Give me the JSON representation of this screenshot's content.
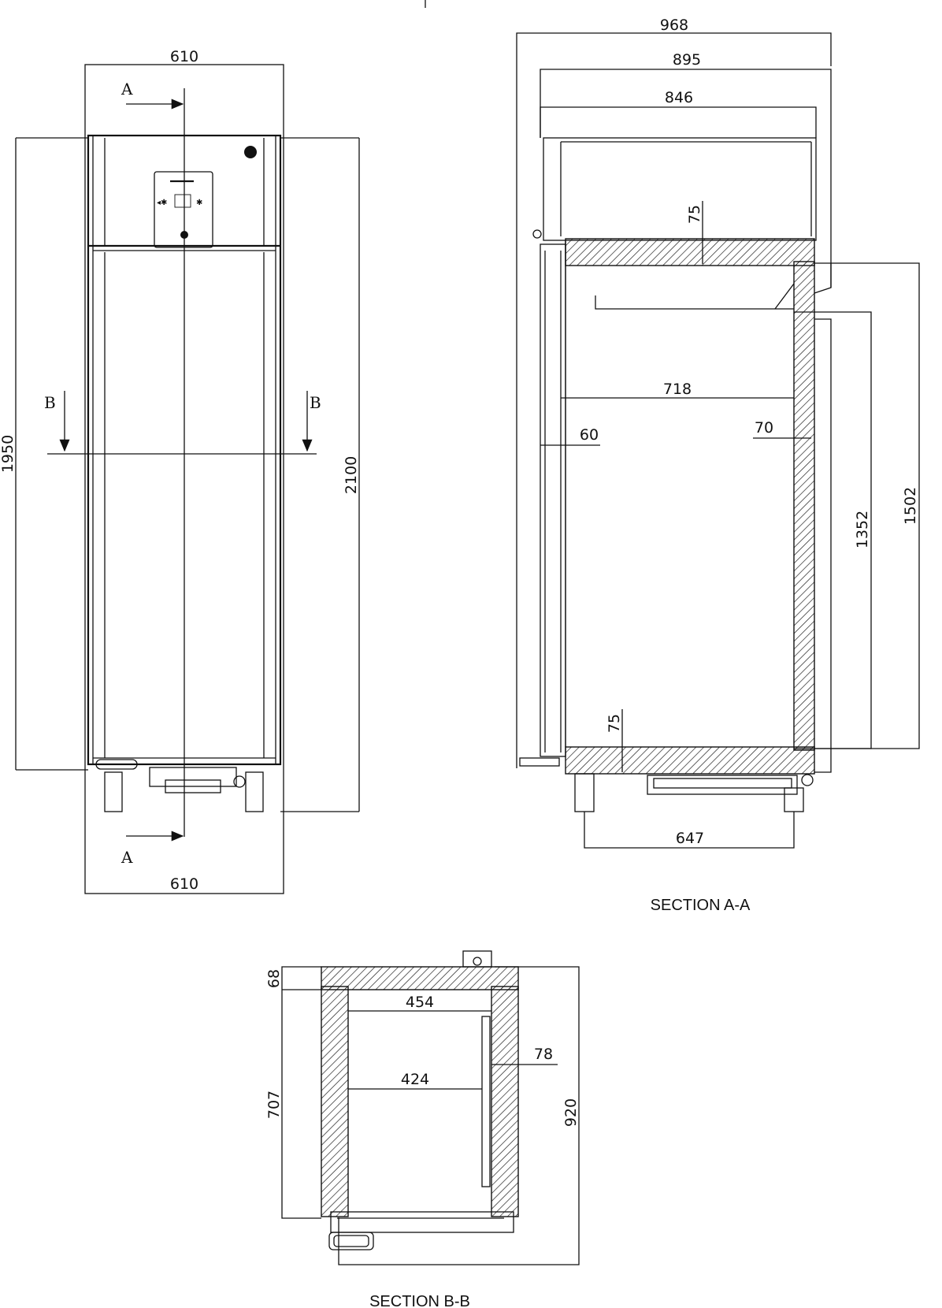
{
  "front_view": {
    "width_top": "610",
    "width_bottom": "610",
    "height_body": "1950",
    "height_total": "2100",
    "section_a_top": "A",
    "section_a_bottom": "A",
    "section_b_left": "B",
    "section_b_right": "B"
  },
  "section_a": {
    "caption": "SECTION A-A",
    "depth_968": "968",
    "depth_895": "895",
    "depth_846": "846",
    "top_insulation": "75",
    "inner_depth": "718",
    "door_thickness": "60",
    "back_wall": "70",
    "inner_height": "1352",
    "cabinet_height": "1502",
    "bottom_insulation": "75",
    "feet_spacing": "647"
  },
  "section_b": {
    "caption": "SECTION B-B",
    "wall_68": "68",
    "inner_width_454": "454",
    "inner_width_424": "424",
    "side_wall_78": "78",
    "depth_707": "707",
    "depth_920": "920"
  },
  "colors": {
    "line": "#111111",
    "background": "#ffffff"
  }
}
